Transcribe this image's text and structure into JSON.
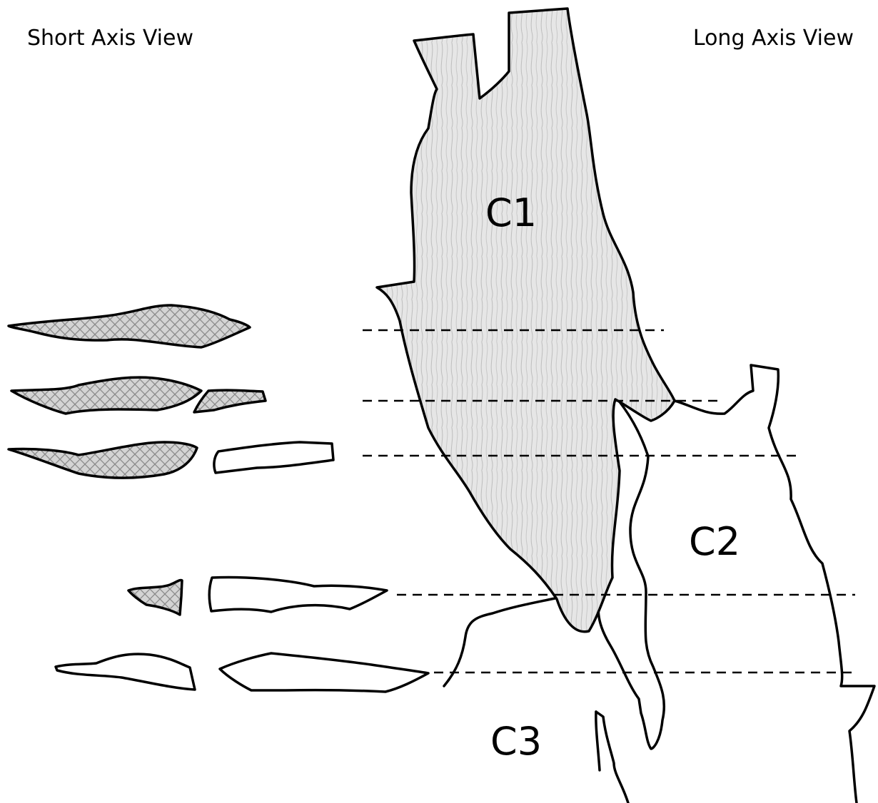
{
  "headers": {
    "short_axis": "Short Axis View",
    "long_axis": "Long Axis View"
  },
  "regions": {
    "c1": "C1",
    "c2": "C2",
    "c3": "C3"
  },
  "colors": {
    "stroke": "#000000",
    "muscle_fill": "#e4e4e4",
    "hatch_fill": "#d2d2d2",
    "background": "#ffffff"
  }
}
